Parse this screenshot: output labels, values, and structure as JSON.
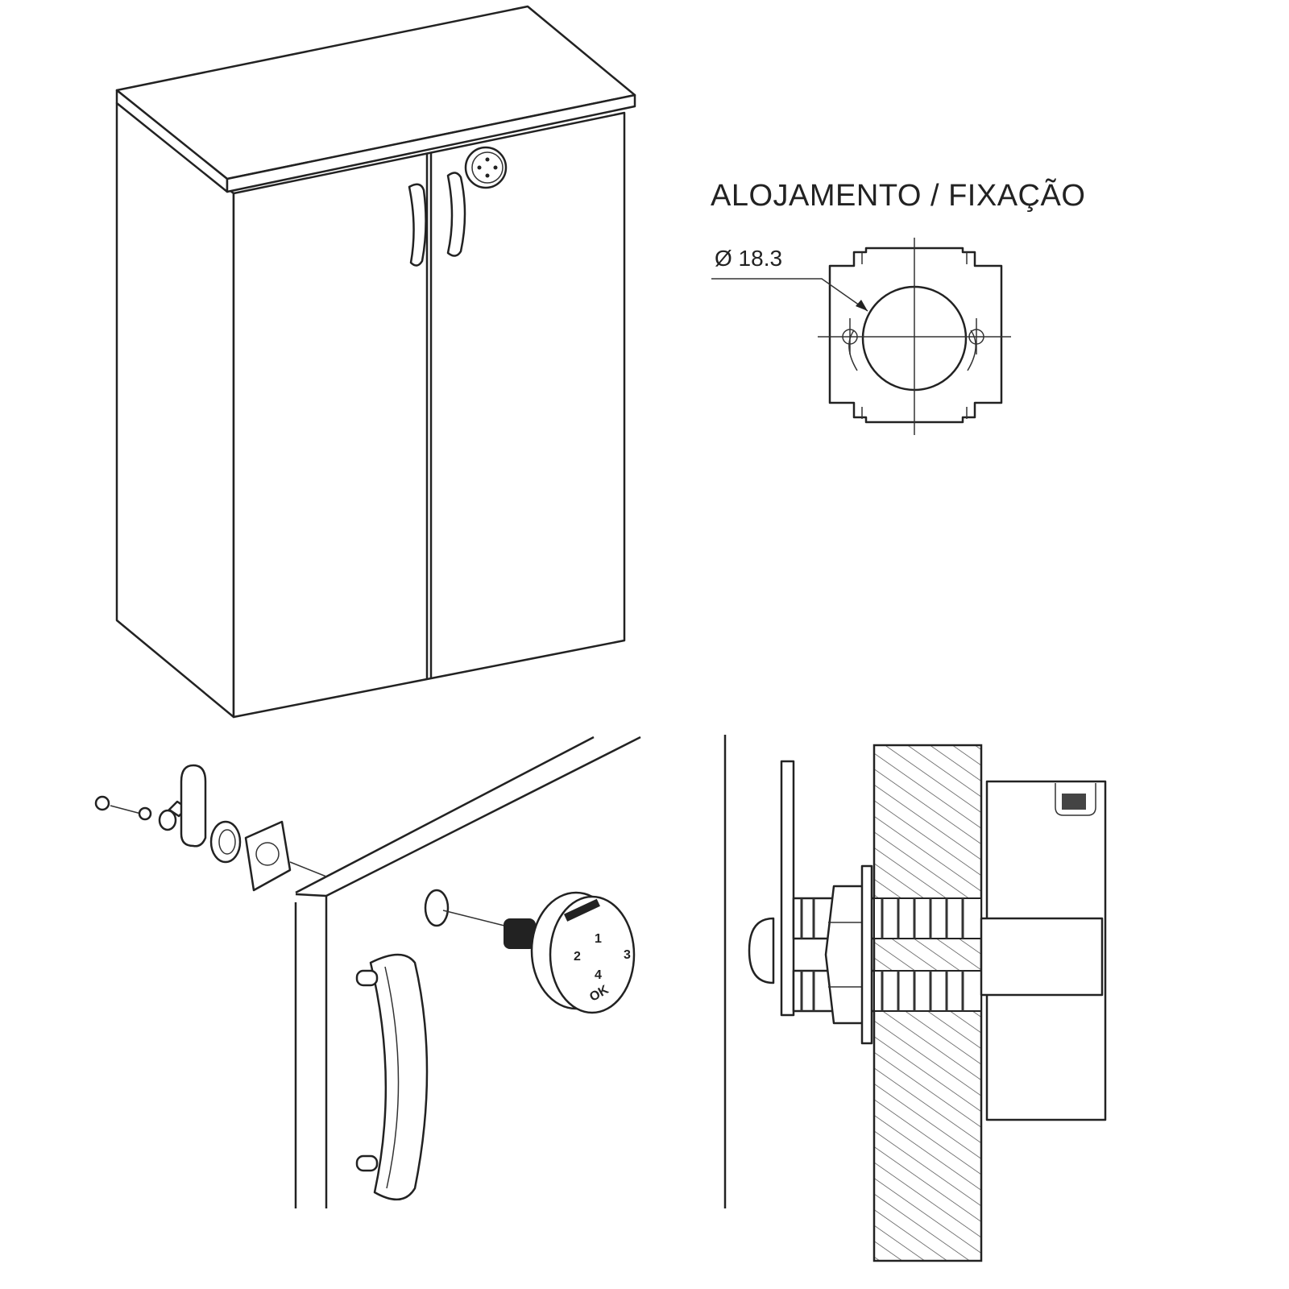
{
  "housing_section": {
    "title": "ALOJAMENTO / FIXAÇÃO",
    "diameter_label": "Ø 18.3"
  },
  "keypad": {
    "keys": [
      "1",
      "2",
      "3",
      "4",
      "OK"
    ]
  }
}
